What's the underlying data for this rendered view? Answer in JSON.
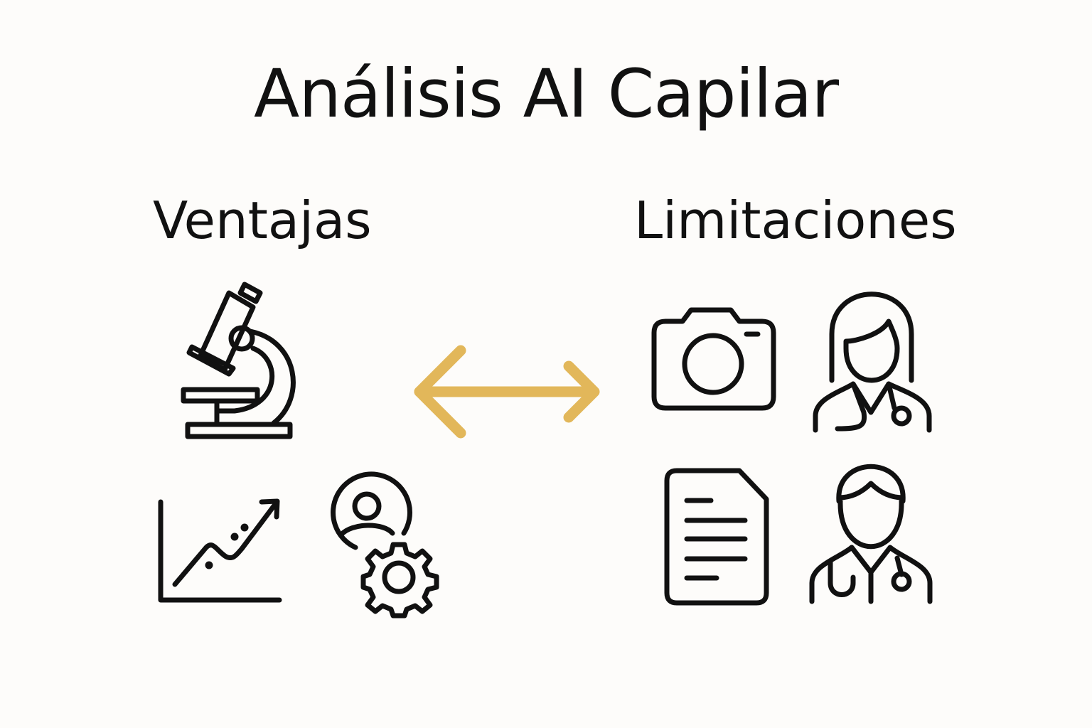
{
  "title": "Análisis AI Capilar",
  "advantages": {
    "heading": "Ventajas",
    "icons": [
      "microscope-icon",
      "trend-chart-icon",
      "user-settings-icon"
    ]
  },
  "limitations": {
    "heading": "Limitaciones",
    "icons": [
      "camera-icon",
      "female-doctor-icon",
      "document-icon",
      "male-doctor-icon"
    ]
  },
  "colors": {
    "arrow": "#E2B75A",
    "ink": "#111111",
    "background": "#FDFCFA"
  },
  "center_icon": "double-arrow-icon"
}
